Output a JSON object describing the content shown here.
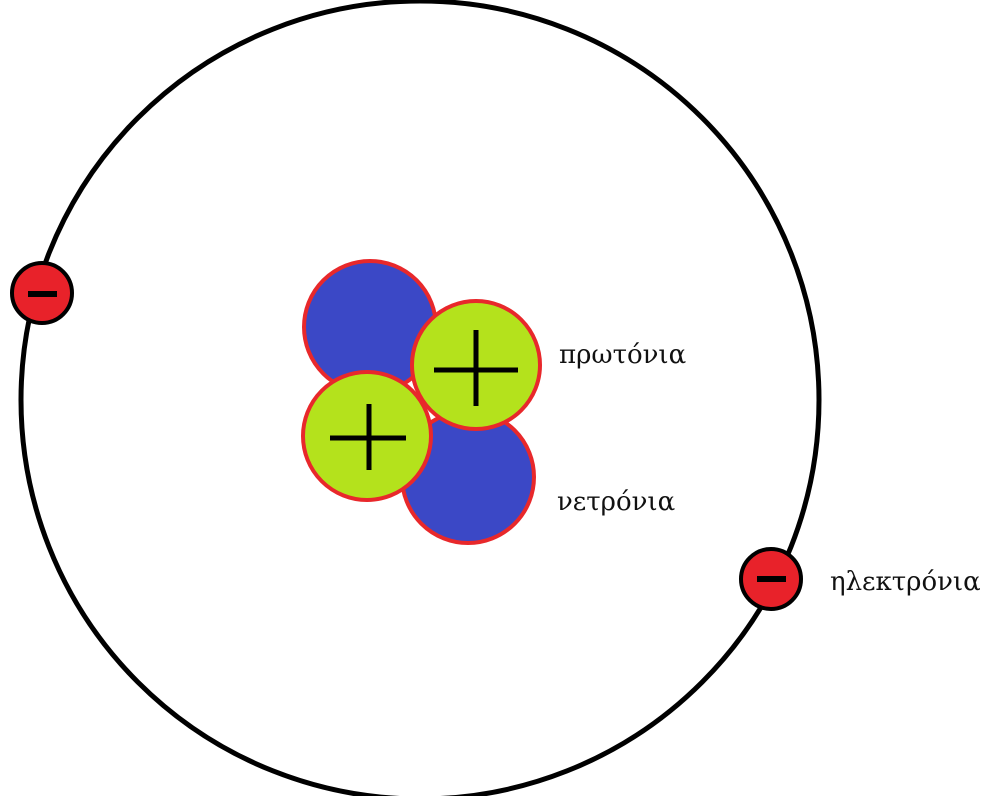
{
  "labels": {
    "protons": "πρωτόνια",
    "neutrons": "νετρόνια",
    "electrons": "ηλεκτρόνια"
  },
  "colors": {
    "orbit": "#000000",
    "neutron_fill": "#3b48c6",
    "proton_fill": "#b4e21c",
    "particle_outline": "#e8282b",
    "electron_fill": "#e8222a",
    "electron_outline": "#000000",
    "sign": "#000000",
    "background": "#ffffff"
  },
  "particles": {
    "protons": 2,
    "neutrons": 2,
    "electrons": 2
  }
}
